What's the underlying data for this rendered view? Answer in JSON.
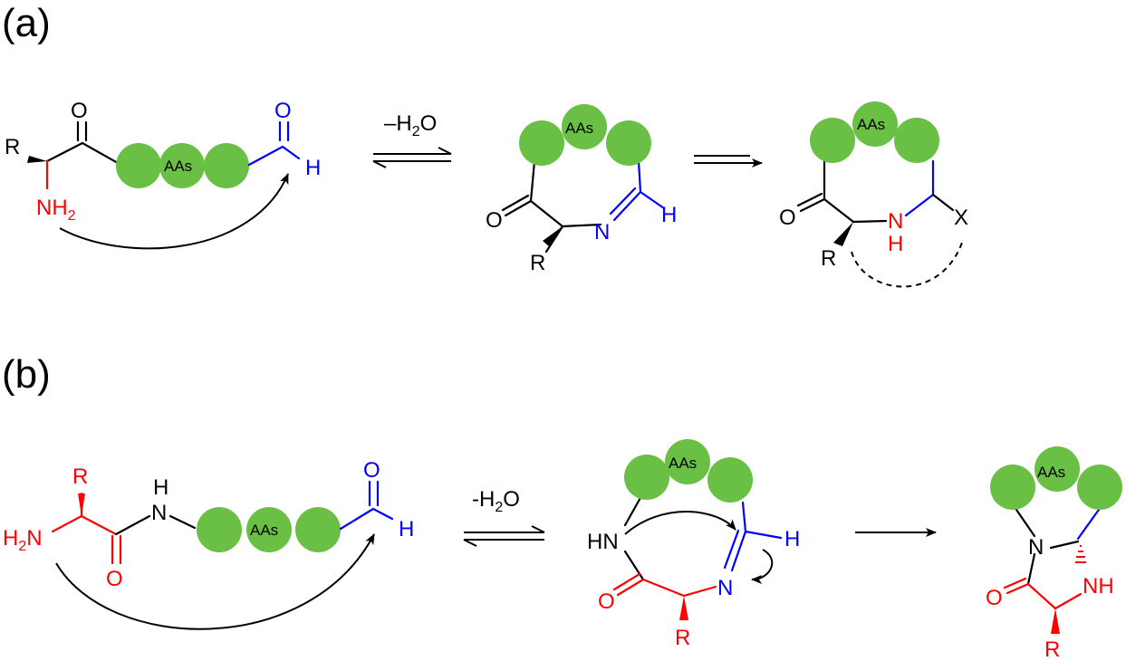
{
  "colors": {
    "residue": "#6abf45",
    "amine": "#ff0000",
    "aldehyde": "#0000ff",
    "text": "#000000"
  },
  "panel_a": {
    "label": "(a)",
    "condition": {
      "minus": "–H",
      "sub": "2",
      "o": "O"
    },
    "start": {
      "R": "R",
      "O": "O",
      "NH": "NH",
      "NH_sub": "2",
      "AAs": "AAs",
      "ald_O": "O",
      "ald_H": "H"
    },
    "imine": {
      "AAs": "AAs",
      "O": "O",
      "N": "N",
      "H": "H",
      "R": "R"
    },
    "product": {
      "AAs": "AAs",
      "O": "O",
      "N": "N",
      "H": "H",
      "R": "R",
      "X": "X"
    }
  },
  "panel_b": {
    "label": "(b)",
    "condition": {
      "minus": "-H",
      "sub": "2",
      "o": "O"
    },
    "start": {
      "R": "R",
      "H2": "H",
      "H2_sub": "2",
      "N": "N",
      "amide_H": "H",
      "amide_N": "N",
      "O": "O",
      "AAs": "AAs",
      "ald_O": "O",
      "ald_H": "H"
    },
    "imine": {
      "AAs": "AAs",
      "HN": "HN",
      "H": "H",
      "N": "N",
      "O": "O",
      "R": "R"
    },
    "product": {
      "AAs": "AAs",
      "N": "N",
      "NH": "NH",
      "O": "O",
      "R": "R"
    }
  }
}
